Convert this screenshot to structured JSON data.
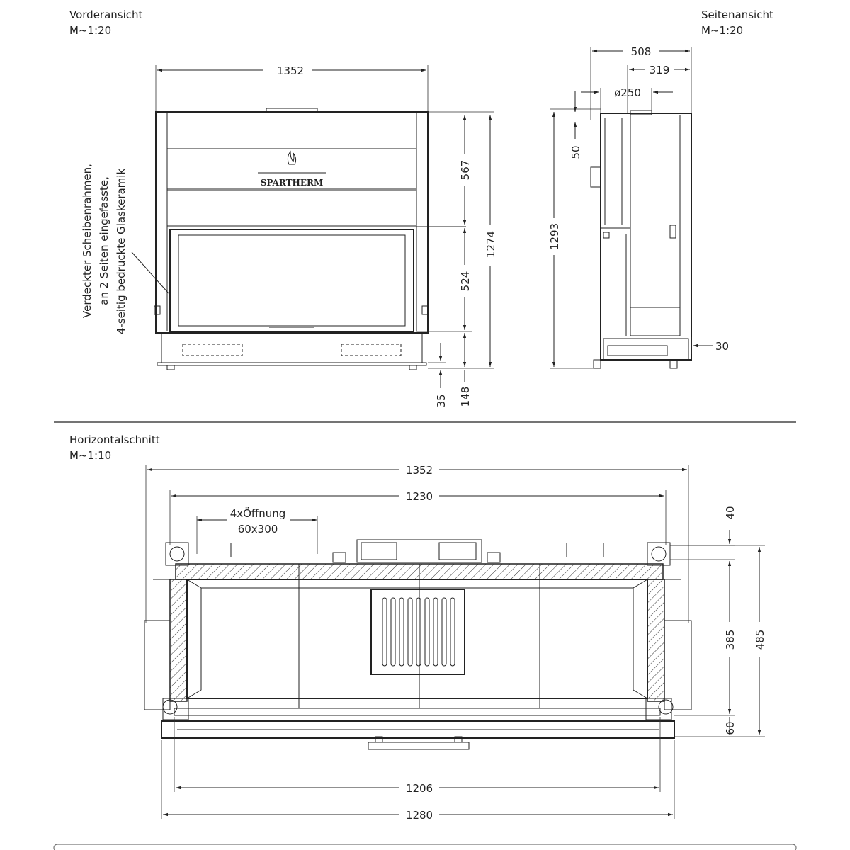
{
  "front_view": {
    "title": "Vorderansicht",
    "scale": "M~1:20",
    "dim_width": "1352",
    "dim_top": "567",
    "dim_glass": "524",
    "dim_height": "1274",
    "dim_foot": "35",
    "dim_base": "148",
    "brand": "SPARTHERM",
    "note_line1": "Verdeckter Scheibenrahmen,",
    "note_line2": "an 2 Seiten eingefasste,",
    "note_line3": "4-seitig bedruckte Glaskeramik"
  },
  "side_view": {
    "title": "Seitenansicht",
    "scale": "M~1:20",
    "dim_depth": "508",
    "dim_offset": "319",
    "dim_flue": "ø250",
    "dim_flue_height": "50",
    "dim_height": "1293",
    "dim_bottom": "30"
  },
  "section_view": {
    "title": "Horizontalschnitt",
    "scale": "M~1:10",
    "dim_outer": "1352",
    "dim_inner": "1230",
    "openings_line1": "4xÖffnung",
    "openings_line2": "60x300",
    "dim_40": "40",
    "dim_385": "385",
    "dim_485": "485",
    "dim_60": "60",
    "dim_1206": "1206",
    "dim_1280": "1280"
  }
}
